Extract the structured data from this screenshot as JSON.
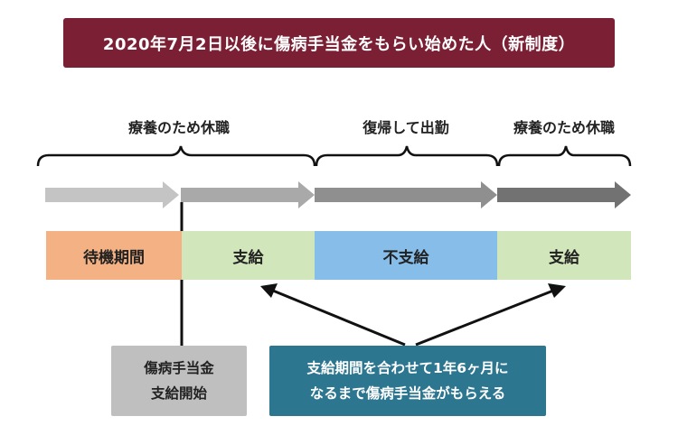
{
  "title": "2020年7月2日以後に傷病手当金をもらい始めた人（新制度）",
  "phases": [
    {
      "label": "療養のため休職"
    },
    {
      "label": "復帰して出勤"
    },
    {
      "label": "療養のため休職"
    }
  ],
  "segments": [
    {
      "label": "待機期間",
      "color": "#f4b183"
    },
    {
      "label": "支給",
      "color": "#d1e6bb"
    },
    {
      "label": "不支給",
      "color": "#86bde9"
    },
    {
      "label": "支給",
      "color": "#d1e6bb"
    }
  ],
  "arrow_colors": [
    "#c4c4c4",
    "#a9a9a9",
    "#8f8f8f",
    "#727272"
  ],
  "notes": {
    "start": {
      "lines": [
        "傷病手当金",
        "支給開始"
      ],
      "color": "#bfbfbf"
    },
    "period": {
      "lines": [
        "支給期間を合わせて1年6ヶ月に",
        "なるまで傷病手当金がもらえる"
      ],
      "color": "#2d7690"
    }
  }
}
